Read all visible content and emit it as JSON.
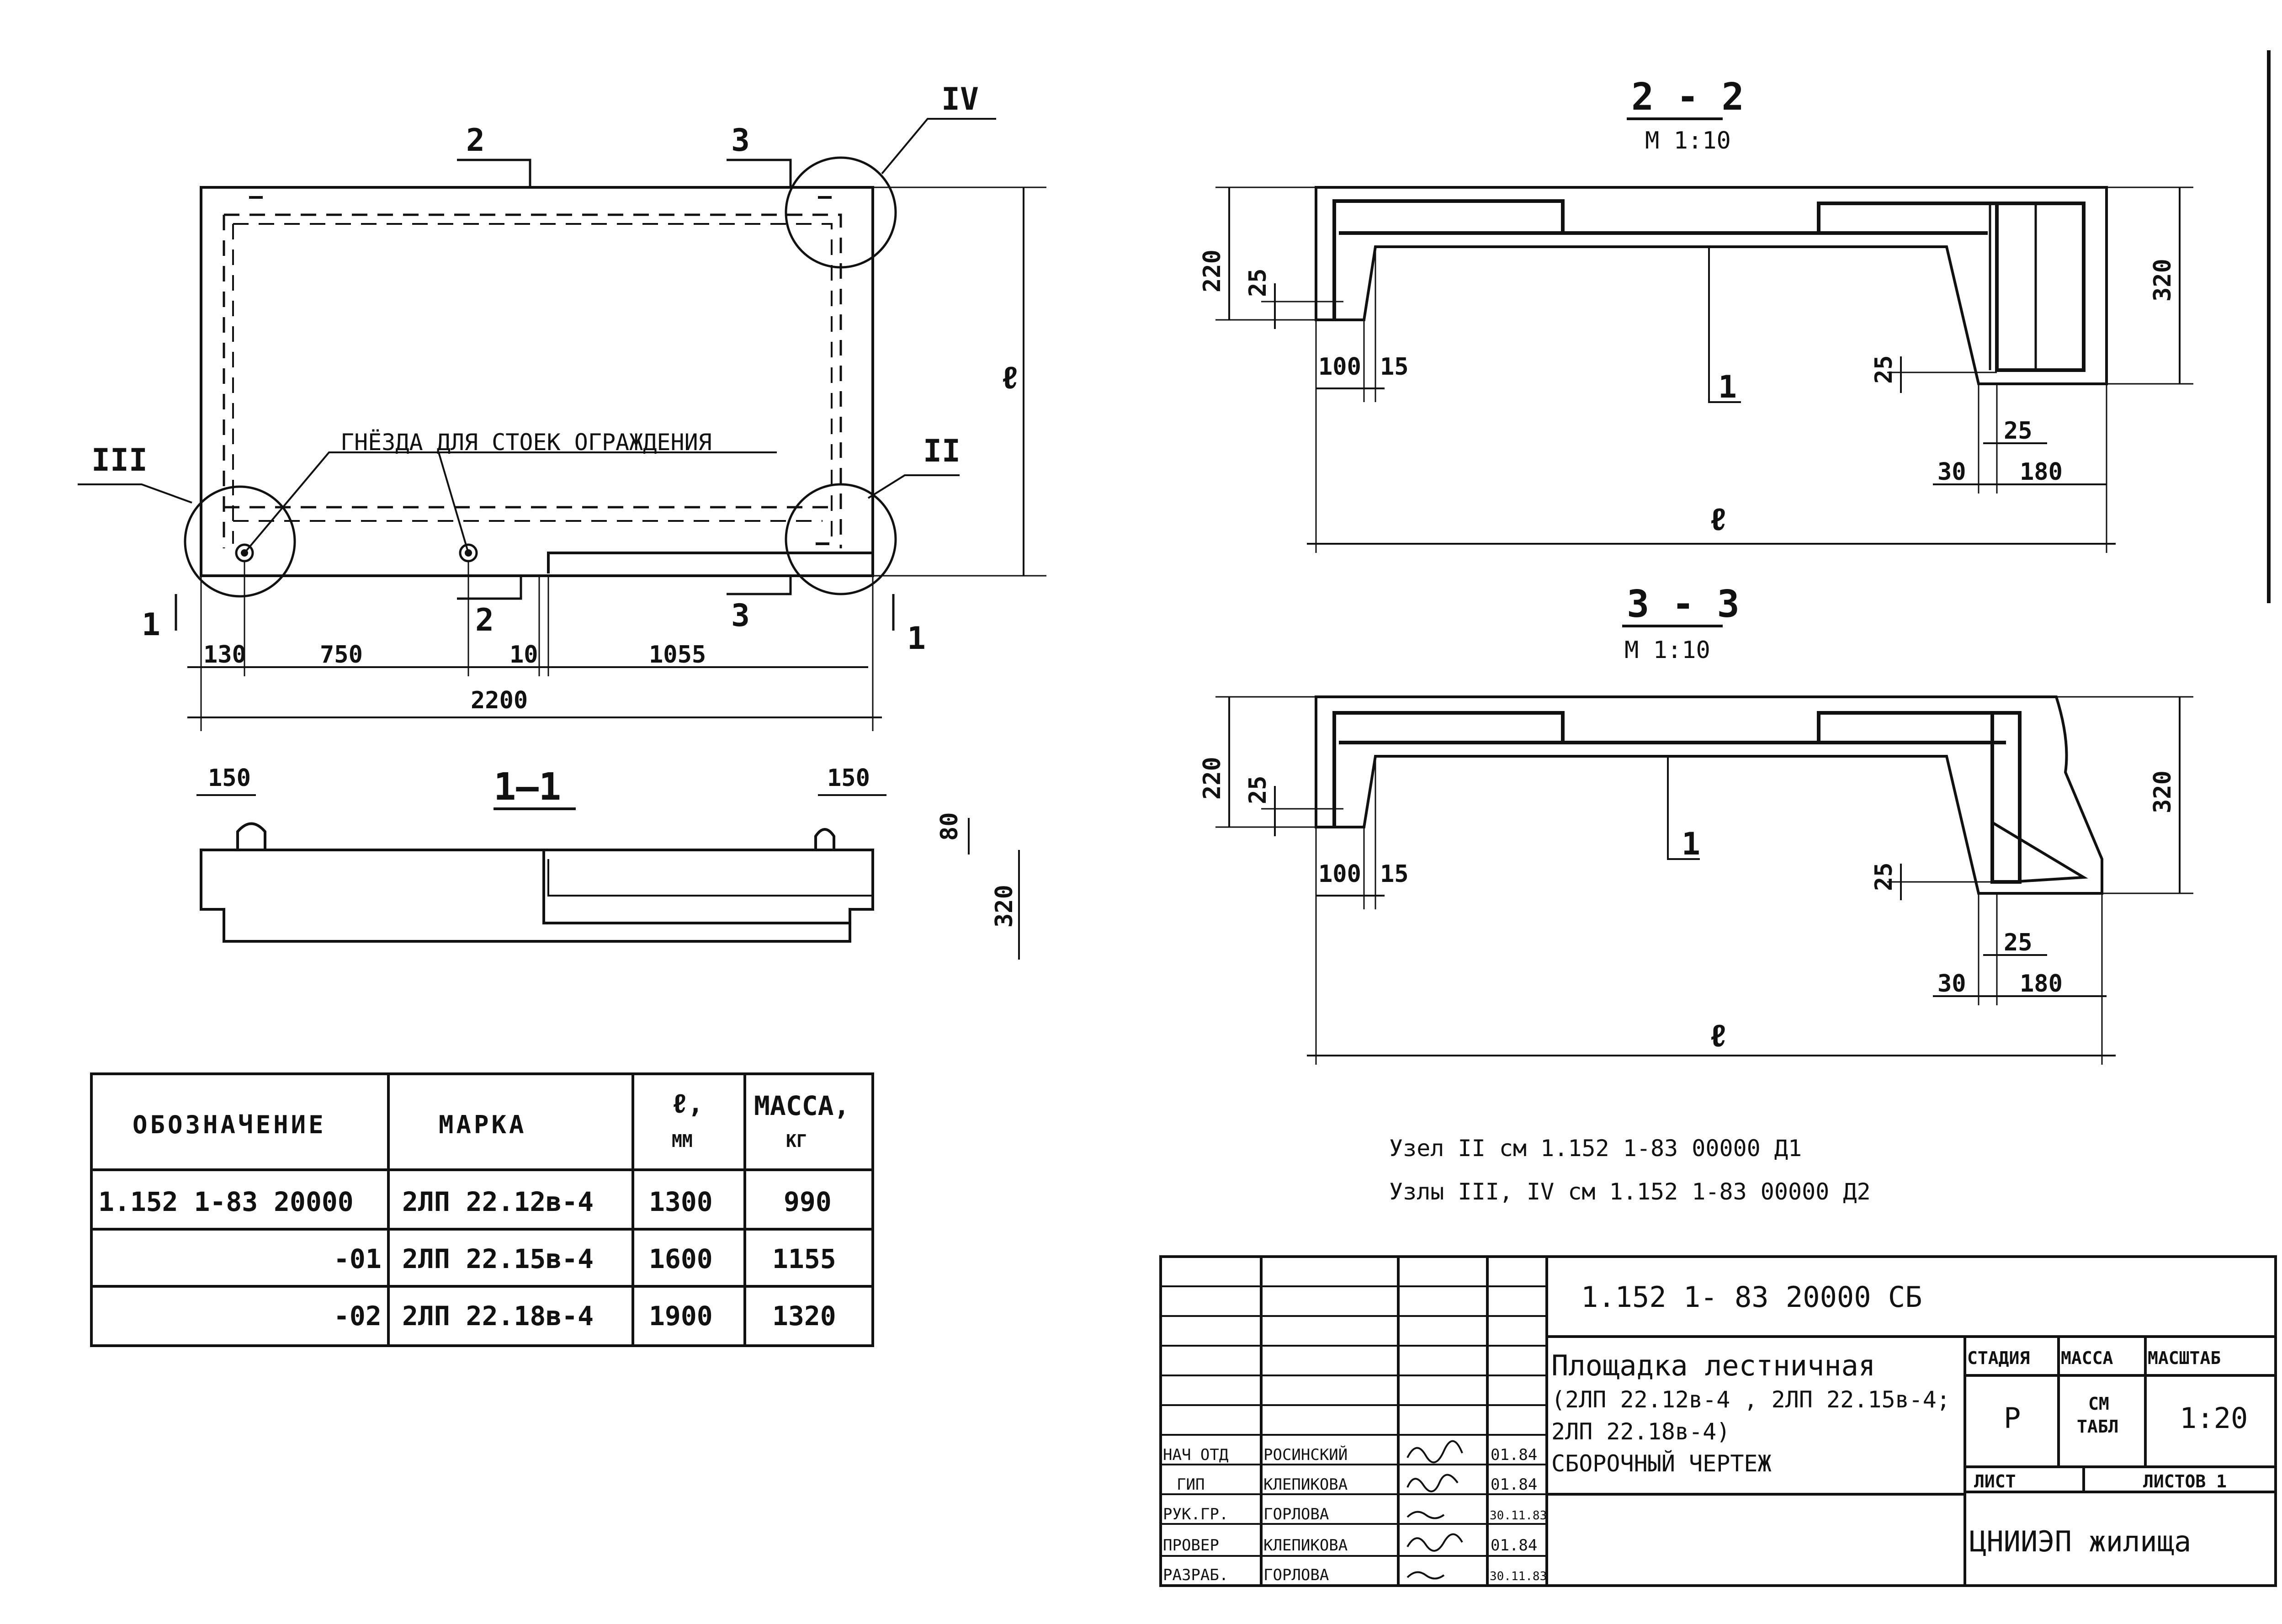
{
  "plan": {
    "sockets_label": "ГНЁЗДА ДЛЯ СТОЕК ОГРАЖДЕНИЯ",
    "node_2": "II",
    "node_3": "III",
    "node_4": "IV",
    "cut_2": "2",
    "cut_3": "3",
    "cut_1": "1",
    "dim_l": "ℓ",
    "dim_130": "130",
    "dim_750": "750",
    "dim_10": "10",
    "dim_1055": "1055",
    "dim_2200": "2200"
  },
  "section_1_1": {
    "title": "1—1",
    "dim_150_left": "150",
    "dim_150_right": "150",
    "dim_80": "80",
    "dim_320": "320"
  },
  "section_2_2": {
    "title": "2 - 2",
    "scale": "М 1:10",
    "dim_220": "220",
    "dim_25": "25",
    "dim_320": "320",
    "dim_100": "100",
    "dim_15": "15",
    "leader_1": "1",
    "dim_25_right": "25",
    "dim_25_bottom": "25",
    "dim_30": "30",
    "dim_180": "180",
    "dim_l": "ℓ"
  },
  "section_3_3": {
    "title": "3 - 3",
    "scale": "М 1:10",
    "dim_220": "220",
    "dim_25": "25",
    "dim_320": "320",
    "dim_100": "100",
    "dim_15": "15",
    "leader_1": "1",
    "dim_25_right": "25",
    "dim_25_bottom": "25",
    "dim_30": "30",
    "dim_180": "180",
    "dim_l": "ℓ"
  },
  "notes": {
    "line1": "Узел II см 1.152 1-83 00000 Д1",
    "line2": "Узлы III, IV см 1.152 1-83 00000 Д2"
  },
  "spec_table": {
    "headers": [
      "ОБОЗНАЧЕНИЕ",
      "МАРКА",
      "ℓ,",
      "МАССА,"
    ],
    "header_units": [
      "",
      "",
      "ММ",
      "КГ"
    ],
    "rows": [
      [
        "1.152 1-83  20000",
        "2ЛП 22.12в-4",
        "1300",
        "990"
      ],
      [
        "-01",
        "2ЛП 22.15в-4",
        "1600",
        "1155"
      ],
      [
        "-02",
        "2ЛП 22.18в-4",
        "1900",
        "1320"
      ]
    ]
  },
  "title_block": {
    "code": "1.152 1- 83   20000 СБ",
    "name_line1": "Площадка лестничная",
    "name_line2": "(2ЛП 22.12в-4 , 2ЛП 22.15в-4;",
    "name_line3": "2ЛП 22.18в-4)",
    "name_line4": "СБОРОЧНЫЙ ЧЕРТЕЖ",
    "stage_header": "СТАДИЯ",
    "mass_header": "МАССА",
    "scale_header": "МАСШТАБ",
    "stage_value": "Р",
    "mass_value_1": "СМ",
    "mass_value_2": "ТАБЛ",
    "scale_value": "1:20",
    "sheet_label": "ЛИСТ",
    "sheets_label": "ЛИСТОВ 1",
    "org": "ЦНИИЭП жилища",
    "signatures": [
      {
        "role": "НАЧ ОТД",
        "name": "РОСИНСКИЙ",
        "date": "01.84"
      },
      {
        "role": "ГИП",
        "name": "КЛЕПИКОВА",
        "date": "01.84"
      },
      {
        "role": "РУК.ГР.",
        "name": "ГОРЛОВА",
        "date": "30.11.83"
      },
      {
        "role": "ПРОВЕР",
        "name": "КЛЕПИКОВА",
        "date": "01.84"
      },
      {
        "role": "РАЗРАБ.",
        "name": "ГОРЛОВА",
        "date": "30.11.83"
      }
    ]
  }
}
